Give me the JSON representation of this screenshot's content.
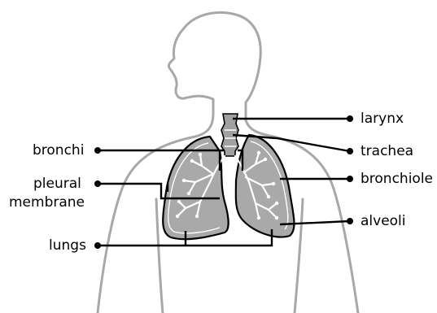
{
  "labels": {
    "larynx": "larynx",
    "trachea": "trachea",
    "bronchiole": "bronchiole",
    "alveoli": "alveoli",
    "bronchi": "bronchi",
    "pleural_1": "pleural",
    "pleural_2": "membrane",
    "lungs": "lungs"
  },
  "colors": {
    "outline": "#a8a8a8",
    "lung_fill": "#a9a9a9",
    "lung_pattern": "#ffffff",
    "trachea_fill": "#a0a0a0",
    "leader": "#000000"
  }
}
